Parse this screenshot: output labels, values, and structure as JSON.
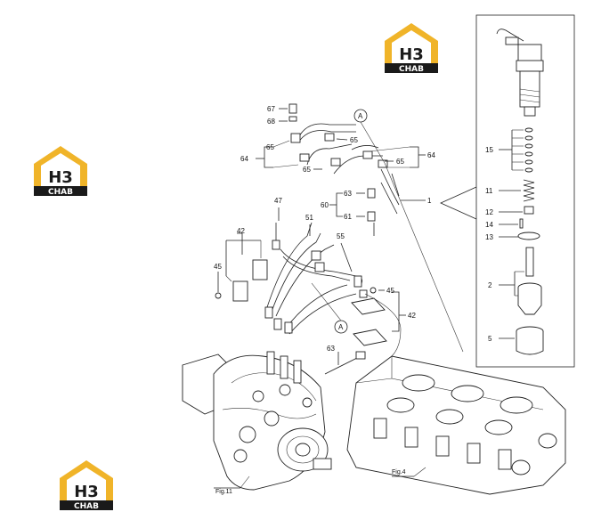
{
  "logos": [
    {
      "top": "H3",
      "bottom": "CHAB"
    },
    {
      "top": "H3",
      "bottom": "CHAB"
    },
    {
      "top": "H3",
      "bottom": "CHAB"
    }
  ],
  "labels": {
    "p67": "67",
    "p68": "68",
    "p65a": "65",
    "p65b": "65",
    "p65c": "65",
    "p65d": "65",
    "p64a": "64",
    "p64b": "64",
    "circA1": "A",
    "circA2": "A",
    "p63a": "63",
    "p60": "60",
    "p61": "61",
    "p1": "1",
    "p47": "47",
    "p51": "51",
    "p55": "55",
    "p42a": "42",
    "p42b": "42",
    "p45a": "45",
    "p45b": "45",
    "p63b": "63",
    "p15": "15",
    "p11": "11",
    "p12": "12",
    "p14": "14",
    "p13": "13",
    "p2": "2",
    "p5": "5",
    "fig11": "Fig.11",
    "fig4": "Fig.4"
  },
  "colors": {
    "logo_orange": "#f0b429",
    "logo_black": "#1a1a1a",
    "line": "#222222"
  }
}
